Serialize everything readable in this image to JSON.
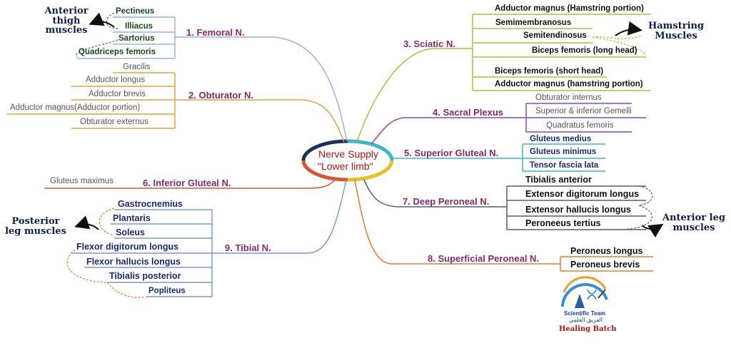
{
  "center": {
    "line1": "Nerve Supply",
    "line2": "\"Lower limb\""
  },
  "nerves": {
    "femoral": {
      "label": "1. Femoral N.",
      "muscles": [
        "Pectineus",
        "Illiacus",
        "Sartorius",
        "Quadriceps femoris"
      ]
    },
    "obturator": {
      "label": "2. Obturator N.",
      "muscles": [
        "Gracilis",
        "Adductor longus",
        "Adductor brevis",
        "Adductor magnus(Adductor portion)",
        "Obturator externus"
      ]
    },
    "sciatic": {
      "label": "3. Sciatic N.",
      "muscles": [
        "Adductor magnus (Hamstring portion)",
        "Semimembranosus",
        "Semitendinosus",
        "Biceps femoris (long head)",
        "Biceps femoris (short head)",
        "Adductor magnus (hamstring portion)"
      ]
    },
    "sacral": {
      "label": "4. Sacral Plexus",
      "muscles": [
        "Obturator internus",
        "Superior & inferior Gemelli",
        "Quadratus femoris"
      ]
    },
    "sup_gluteal": {
      "label": "5. Superior Gluteal N.",
      "muscles": [
        "Gluteus medius",
        "Gluteus minimus",
        "Tensor fascia lata"
      ]
    },
    "inf_gluteal": {
      "label": "6. Inferior Gluteal N.",
      "muscles": [
        "Gluteus maximus"
      ]
    },
    "deep_peroneal": {
      "label": "7. Deep Peroneal N.",
      "muscles": [
        "Tibialis anterior",
        "Extensor digitorum longus",
        "Extensor hallucis longus",
        "Peroneeus tertius"
      ]
    },
    "sup_peroneal": {
      "label": "8. Superficial Peroneal N.",
      "muscles": [
        "Peroneus longus",
        "Peroneus brevis"
      ]
    },
    "tibial": {
      "label": "9. Tibial N.",
      "muscles": [
        "Gastrocnemius",
        "Plantaris",
        "Soleus",
        "Flexor digitorum longus",
        "Flexor hallucis longus",
        "Tibialis posterior",
        "Popliteus"
      ]
    }
  },
  "groups": {
    "anterior_thigh": "Anterior thigh muscles",
    "hamstring": "Hamstring Muscles",
    "posterior_leg": "Posterior leg muscles",
    "anterior_leg": "Anterior leg muscles"
  },
  "logo": {
    "team": "Scientific Team",
    "arabic": "الفريق العلمي",
    "batch": "Healing Batch"
  },
  "colors": {
    "femoral": "#9ab3d6",
    "obturator": "#e5a23a",
    "sciatic": "#a8c33a",
    "sacral": "#8a4ab0",
    "sup_gluteal": "#3ab8b8",
    "inf_gluteal": "#d8553a",
    "deep_peroneal": "#5a5a6a",
    "sup_peroneal": "#e87a2a",
    "tibial": "#7a9ad0"
  }
}
